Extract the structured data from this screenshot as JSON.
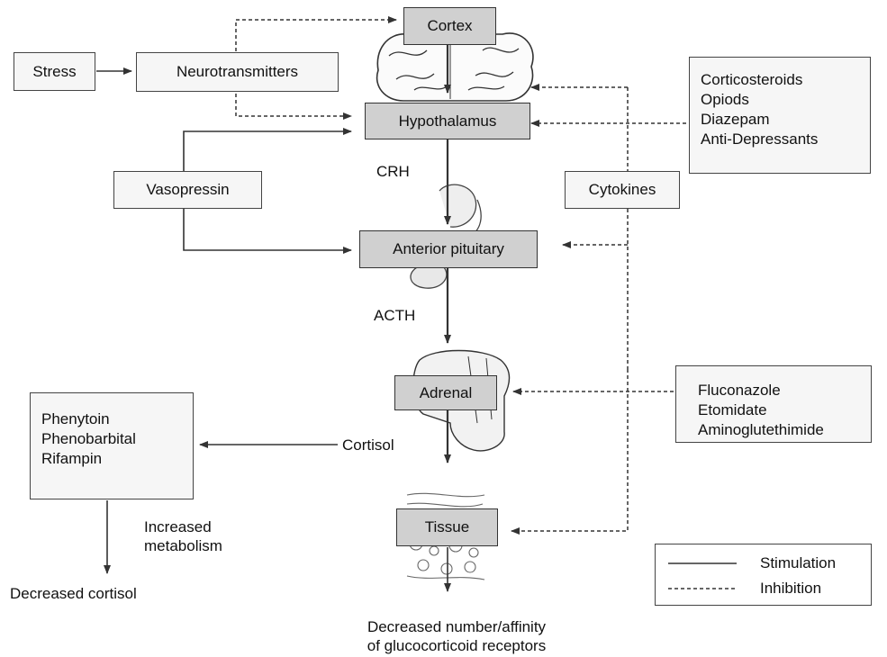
{
  "nodes": {
    "stress": "Stress",
    "neurotransmitters": "Neurotransmitters",
    "cortex": "Cortex",
    "hypothalamus": "Hypothalamus",
    "vasopressin": "Vasopressin",
    "cytokines": "Cytokines",
    "anterior_pituitary": "Anterior pituitary",
    "adrenal": "Adrenal",
    "tissue": "Tissue"
  },
  "drug_groups": {
    "hypothalamic_inhibitors": [
      "Corticosteroids",
      "Opiods",
      "Diazepam",
      "Anti-Depressants"
    ],
    "adrenal_inhibitors": [
      "Fluconazole",
      "Etomidate",
      "Aminoglutethimide"
    ],
    "enzyme_inducers": [
      "Phenytoin",
      "Phenobarbital",
      "Rifampin"
    ]
  },
  "labels": {
    "crh": "CRH",
    "acth": "ACTH",
    "cortisol": "Cortisol",
    "increased_metabolism_1": "Increased",
    "increased_metabolism_2": "metabolism",
    "decreased_cortisol": "Decreased cortisol",
    "receptors_1": "Decreased number/affinity",
    "receptors_2": "of glucocorticoid receptors"
  },
  "legend": {
    "stimulation": "Stimulation",
    "inhibition": "Inhibition"
  },
  "colors": {
    "line": "#333333",
    "box_fill": "#f6f6f6",
    "highlight_box_fill": "#d0d0d0"
  }
}
